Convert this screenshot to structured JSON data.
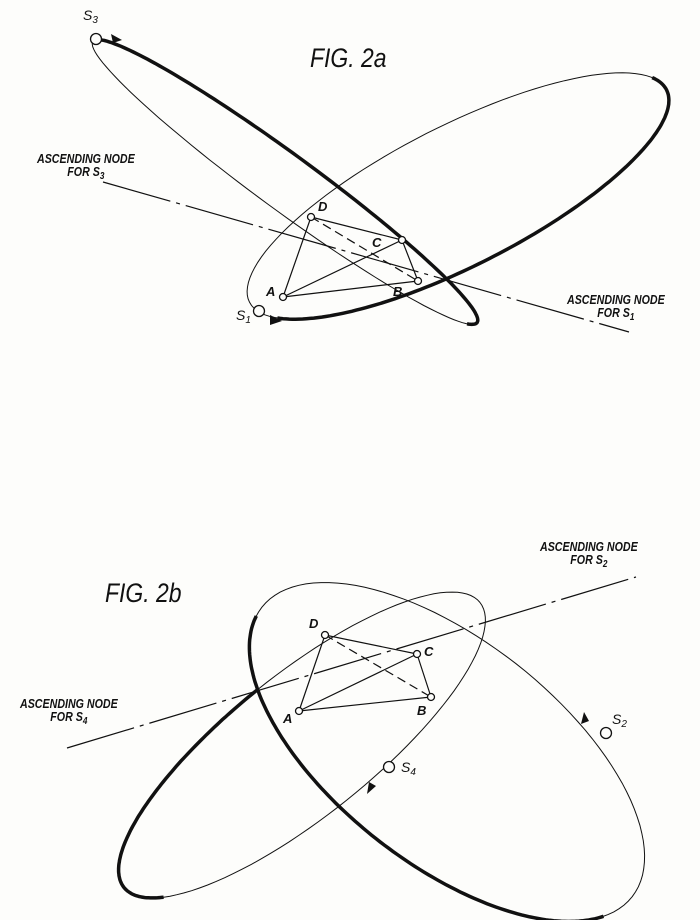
{
  "fig_a": {
    "title": "FIG. 2a",
    "satellites": [
      {
        "name": "S",
        "sub": "3"
      },
      {
        "name": "S",
        "sub": "1"
      }
    ],
    "node_labels": [
      {
        "line1": "ASCENDING NODE",
        "line2": "FOR S",
        "sub": "3"
      },
      {
        "line1": "ASCENDING NODE",
        "line2": "FOR S",
        "sub": "1"
      }
    ],
    "points": [
      "A",
      "B",
      "C",
      "D"
    ]
  },
  "fig_b": {
    "title": "FIG. 2b",
    "satellites": [
      {
        "name": "S",
        "sub": "2"
      },
      {
        "name": "S",
        "sub": "4"
      }
    ],
    "node_labels": [
      {
        "line1": "ASCENDING NODE",
        "line2": "FOR S",
        "sub": "2"
      },
      {
        "line1": "ASCENDING NODE",
        "line2": "FOR S",
        "sub": "4"
      }
    ],
    "points": [
      "A",
      "B",
      "C",
      "D"
    ]
  }
}
